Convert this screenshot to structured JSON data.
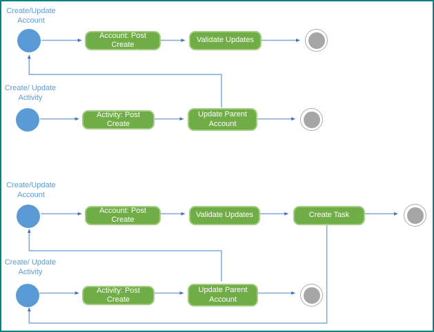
{
  "colors": {
    "frame_border": "#068080",
    "start_node_fill": "#5B9BD5",
    "task_fill": "#70AD47",
    "task_border": "#A3CD82",
    "task_text": "#FFFFFF",
    "lane_label_text": "#5B9BD5",
    "connector_line": "#7FA8D8",
    "connector_arrowhead": "#4472C4",
    "end_node_fill": "#A6A6A6",
    "end_node_ring": "#ABABAB"
  },
  "flow1": {
    "account_lane_label": "Create/Update\nAccount",
    "activity_lane_label": "Create/ Update\nActivity",
    "tasks": {
      "account_post_create": "Account: Post Create",
      "validate_updates": "Validate Updates",
      "activity_post_create": "Activity: Post Create",
      "update_parent_account": "Update Parent\nAccount"
    }
  },
  "flow2": {
    "account_lane_label": "Create/Update\nAccount",
    "activity_lane_label": "Create/ Update\nActivity",
    "tasks": {
      "account_post_create": "Account: Post Create",
      "validate_updates": "Validate Updates",
      "create_task": "Create Task",
      "activity_post_create": "Activity: Post Create",
      "update_parent_account": "Update Parent\nAccount"
    }
  }
}
